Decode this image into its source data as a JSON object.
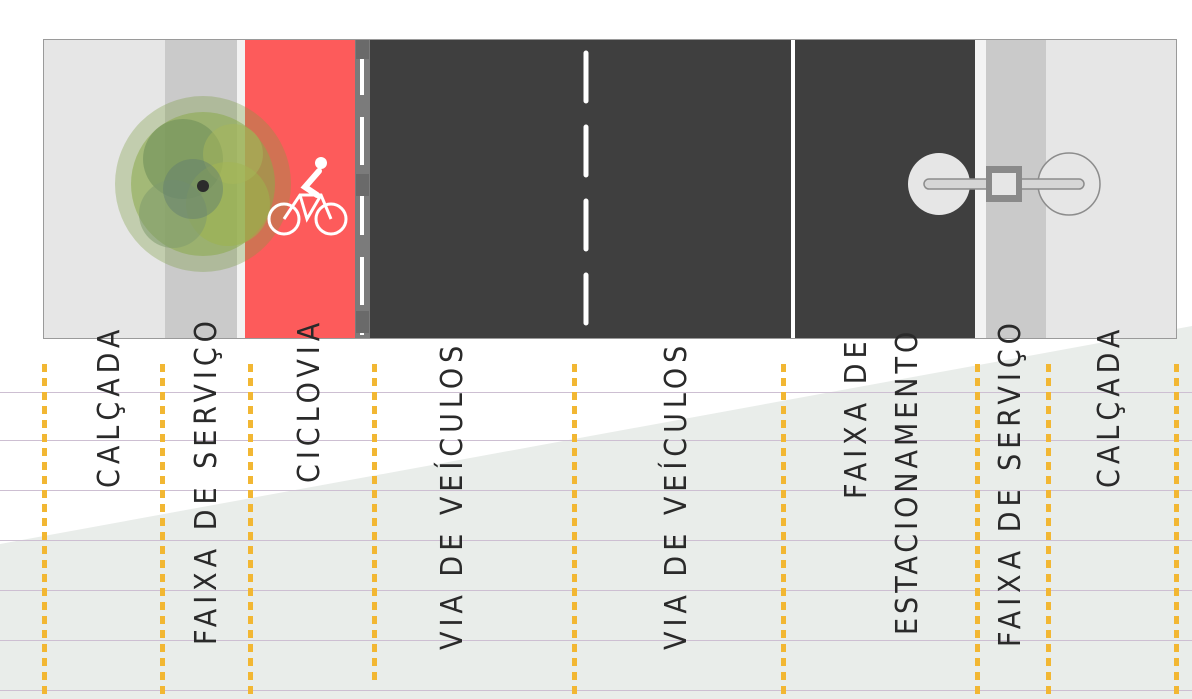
{
  "labels": {
    "calcada_left": "CALÇADA",
    "faixa_servico_left": "FAIXA DE SERVIÇO",
    "ciclovia": "CICLOVIA",
    "via_1": "VIA DE VEÍCULOS",
    "via_2": "VIA DE VEÍCULOS",
    "estacionamento_line1": "FAIXA DE",
    "estacionamento_line2": "ESTACIONAMENTO",
    "faixa_servico_right": "FAIXA DE SERVIÇO",
    "calcada_right": "CALÇADA"
  },
  "colors": {
    "sidewalk": "#e6e6e6",
    "service_strip": "#cacaca",
    "bike_lane": "#fd5b5b",
    "road": "#3f3f3f",
    "divider_dots": "#f2b733",
    "grid_lines": "#cdbfd2",
    "ground_shade": "#e9edea"
  },
  "icons": {
    "tree": "tree-icon",
    "bicycle": "bicycle-icon",
    "bike_rack": "bike-rack-icon"
  }
}
